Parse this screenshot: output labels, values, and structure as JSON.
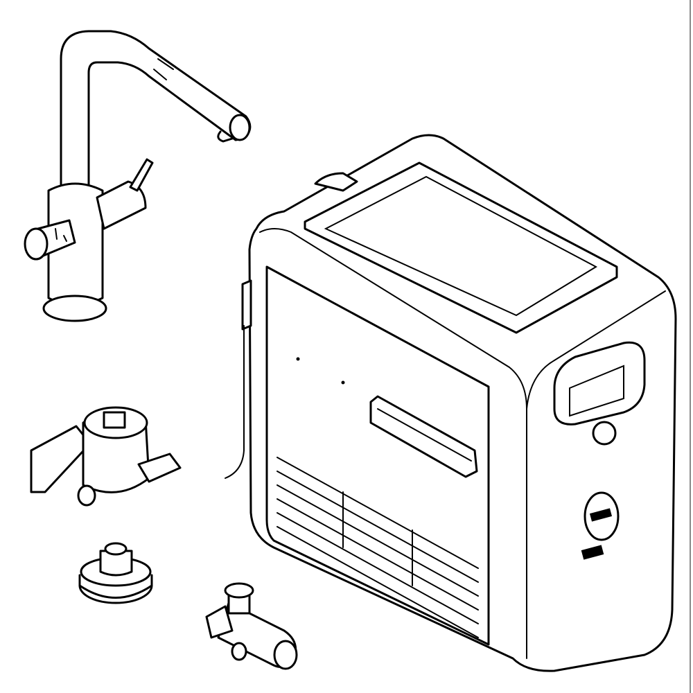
{
  "illustration": {
    "line_color": "#000000",
    "background": "#ffffff",
    "components": [
      "faucet",
      "chiller-unit",
      "filter-head",
      "filter-adapter",
      "pressure-valve"
    ],
    "logo_text": ""
  }
}
